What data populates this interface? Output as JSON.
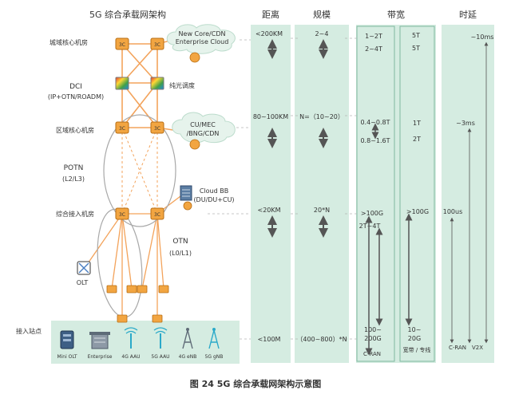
{
  "title": "5G 综合承载网架构",
  "caption": "图 24 5G 综合承载网架构示意图",
  "layers": {
    "core": "城域核心机房",
    "dci": "DCI",
    "dci_sub": "(IP+OTN/ROADM)",
    "region": "区域核心机房",
    "potn": "POTN",
    "potn_sub": "(L2/L3)",
    "access": "综合接入机房",
    "otn": "OTN",
    "otn_sub": "(L0/L1)",
    "olt": "OLT",
    "sites": "接入站点"
  },
  "clouds": {
    "core_l1": "New Core/CDN",
    "core_l2": "Enterprise Cloud",
    "optical": "纯光调度",
    "mec_l1": "CU/MEC",
    "mec_l2": "/BNG/CDN",
    "bb_l1": "Cloud BB",
    "bb_l2": "(DU/DU+CU)"
  },
  "node_badge": "3C",
  "site_items": [
    "Mini OLT",
    "Enterprise",
    "4G AAU",
    "5G AAU",
    "4G eNB",
    "5G gNB"
  ],
  "columns": {
    "distance": {
      "header": "距离",
      "values": [
        "<200KM",
        "80~100KM",
        "<20KM",
        "<100M"
      ]
    },
    "scale": {
      "header": "规模",
      "values": [
        "2~4",
        "N=（10~20）",
        "20*N",
        "（400~800）*N"
      ]
    },
    "bandwidth": {
      "header": "带宽",
      "left": [
        "1~2T",
        "2~4T",
        "0.4~0.8T",
        "0.8~1.6T",
        ">100G",
        "2T~4T",
        "100~",
        "200G",
        "C-RAN"
      ],
      "right": [
        "5T",
        "5T",
        "1T",
        "2T",
        ">100G",
        "10~",
        "20G",
        "宽带 / 专线"
      ]
    },
    "latency": {
      "header": "时延",
      "values": [
        "~10ms",
        "~3ms",
        "100us"
      ],
      "bottom": [
        "C-RAN",
        "V2X"
      ]
    }
  },
  "colors": {
    "column_fill": "#d5ece1",
    "node_orange": "#f2a541",
    "link_orange": "#f3a35b",
    "ellipse": "#aaaaaa",
    "arrow": "#555555"
  }
}
